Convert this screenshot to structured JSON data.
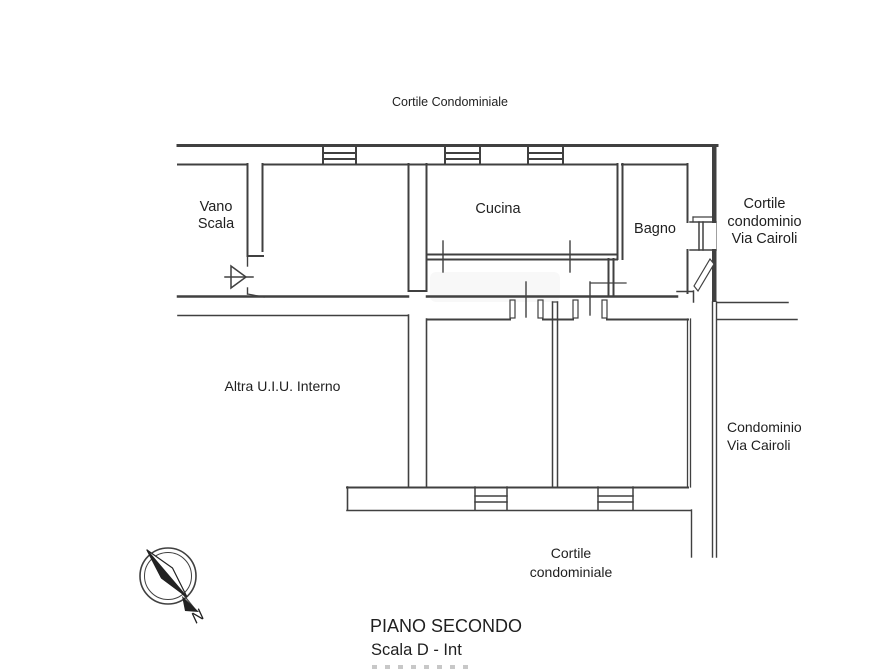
{
  "plan": {
    "labels": {
      "courtyard_top": "Cortile Condominiale",
      "vano_scala_line1": "Vano",
      "vano_scala_line2": "Scala",
      "cucina": "Cucina",
      "bagno": "Bagno",
      "cortile_condominio_line1": "Cortile",
      "cortile_condominio_line2": "condominio",
      "cortile_condominio_line3": "Via Cairoli",
      "altra_uiu": "Altra U.I.U. Interno",
      "condominio_line1": "Condominio",
      "condominio_line2": "Via Cairoli",
      "cortile_bottom_line1": "Cortile",
      "cortile_bottom_line2": "condominiale"
    },
    "title_block": {
      "floor": "PIANO SECONDO",
      "stair_unit": "Scala D - Int"
    },
    "compass": {
      "north_label": "N"
    },
    "colors": {
      "line": "#404040",
      "background": "#ffffff",
      "text": "#1f1f1f"
    }
  }
}
